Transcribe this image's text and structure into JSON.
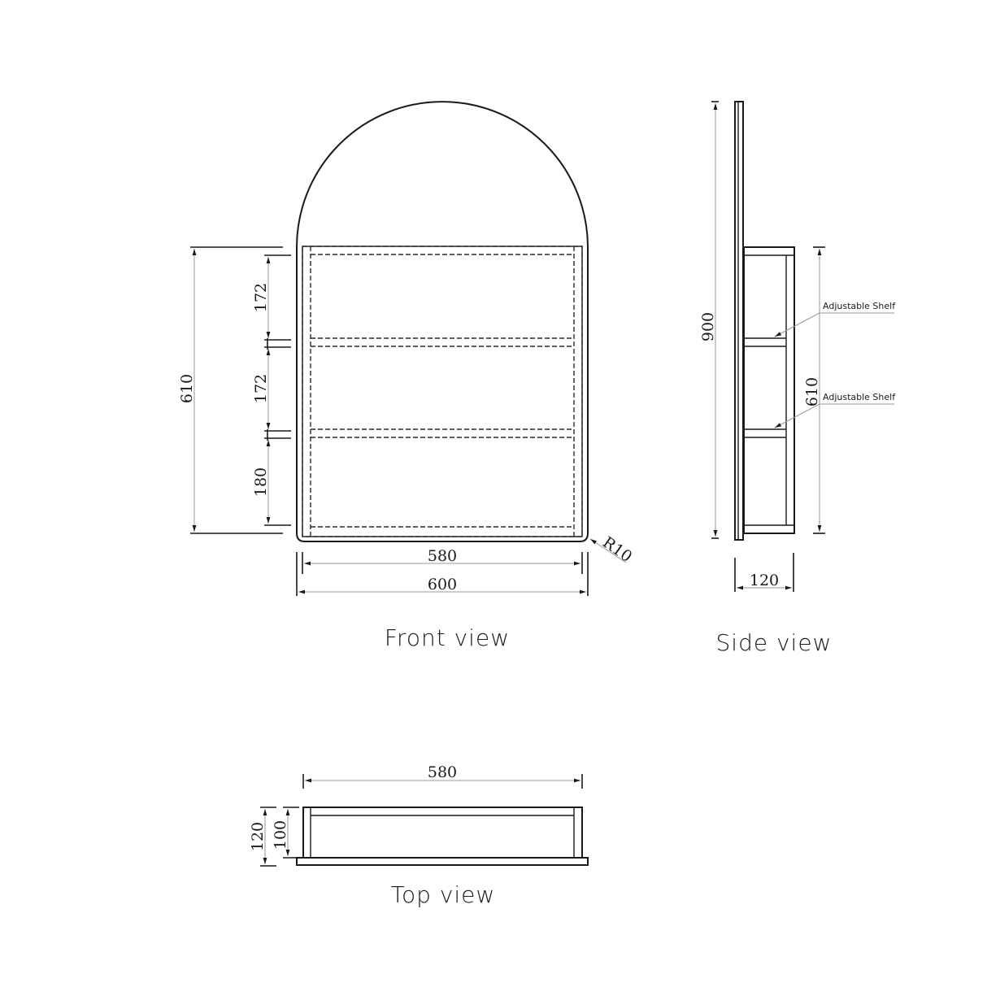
{
  "views": {
    "front": {
      "title": "Front view",
      "dims": {
        "total_height": "610",
        "shelf_gap_1": "172",
        "shelf_gap_2": "172",
        "shelf_gap_3": "180",
        "inner_width": "580",
        "outer_width": "600",
        "corner_radius": "R10"
      }
    },
    "side": {
      "title": "Side view",
      "dims": {
        "overall_height": "900",
        "cabinet_height": "610",
        "depth": "120"
      },
      "notes": {
        "shelf_1": "Adjustable Shelf",
        "shelf_2": "Adjustable Shelf"
      }
    },
    "top": {
      "title": "Top view",
      "dims": {
        "width": "580",
        "overall_depth": "120",
        "cabinet_depth": "100"
      }
    }
  },
  "colors": {
    "line": "#1a1a1a",
    "dimension_line": "#9a9a9a",
    "background": "#ffffff"
  }
}
